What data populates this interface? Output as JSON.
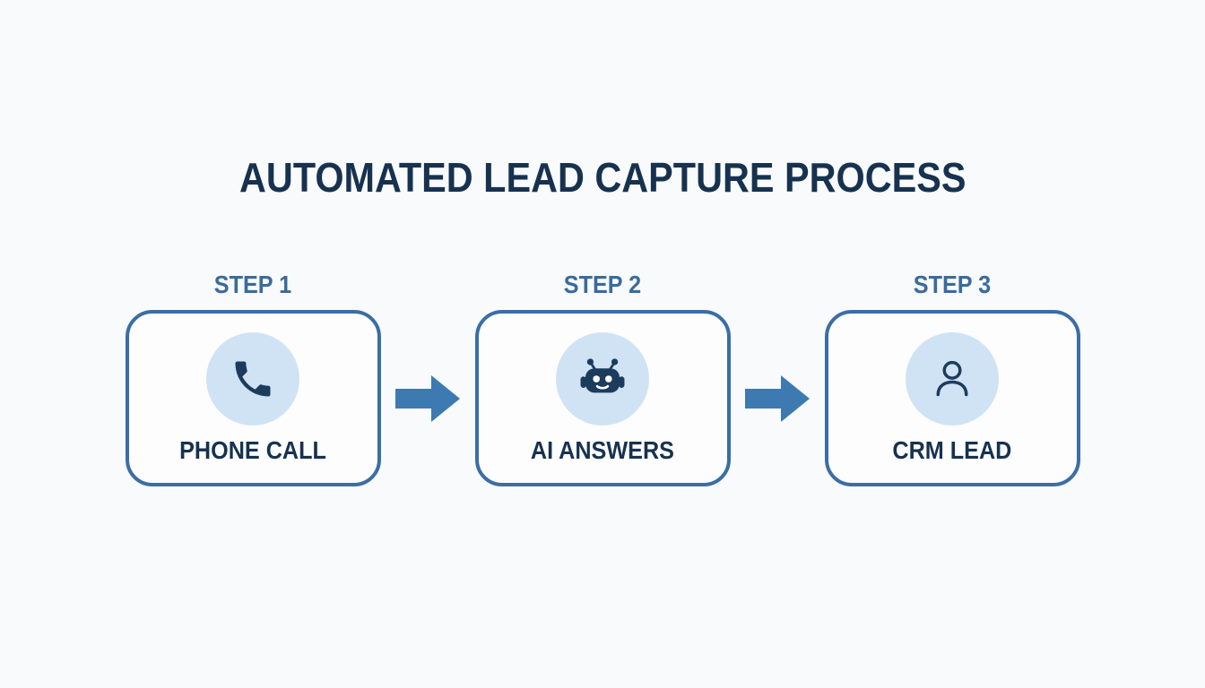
{
  "title": "AUTOMATED LEAD CAPTURE PROCESS",
  "steps": [
    {
      "step_label": "STEP 1",
      "label": "PHONE CALL",
      "icon": "phone-icon"
    },
    {
      "step_label": "STEP 2",
      "label": "AI ANSWERS",
      "icon": "robot-icon"
    },
    {
      "step_label": "STEP 3",
      "label": "CRM LEAD",
      "icon": "person-icon"
    }
  ],
  "colors": {
    "background": "#f9fafb",
    "title_text": "#16324f",
    "step_label": "#3a6b9c",
    "box_border": "#3a6ea5",
    "box_fill": "#fdfdfe",
    "circle_fill": "#cfe3f4",
    "icon": "#1c3c5e",
    "arrow": "#3d7ab2"
  }
}
